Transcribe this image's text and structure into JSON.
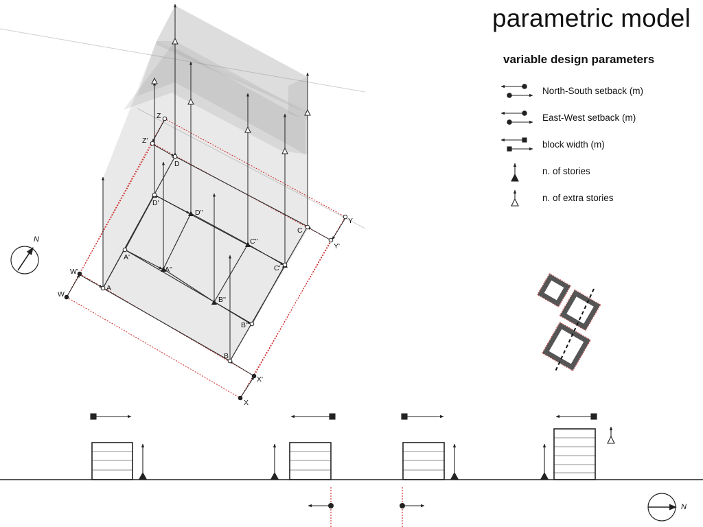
{
  "title": "parametric model",
  "legend": {
    "title": "variable design parameters",
    "items": [
      {
        "label": "North-South setback (m)",
        "icon": "north-south-setback-icon"
      },
      {
        "label": "East-West setback (m)",
        "icon": "east-west-setback-icon"
      },
      {
        "label": "block width (m)",
        "icon": "block-width-icon"
      },
      {
        "label": "n. of stories",
        "icon": "stories-icon"
      },
      {
        "label": "n. of extra stories",
        "icon": "extra-stories-icon"
      }
    ]
  },
  "points": {
    "A": "A",
    "A1": "A'",
    "A2": "A''",
    "B": "B",
    "B1": "B'",
    "B2": "B''",
    "C": "C",
    "C1": "C'",
    "C2": "C''",
    "D": "D",
    "D1": "D'",
    "D2": "D''",
    "W": "W",
    "W1": "W'",
    "X": "X",
    "X1": "X'",
    "Y": "Y",
    "Y1": "Y'",
    "Z": "Z",
    "Z1": "Z'"
  },
  "compass": {
    "north_label": "N",
    "section_north_label": "N"
  },
  "colors": {
    "ink": "#222222",
    "block_fill": "#cfcfcf",
    "setback_line": "#cc2222",
    "site_block": "#555555"
  }
}
